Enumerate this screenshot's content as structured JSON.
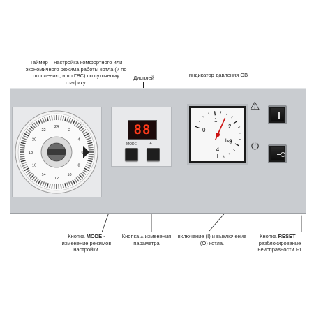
{
  "callouts": {
    "timer": "Таймер – настройка комфортного или экономичного режима работы котла (и по отоплению, и по ГВС) по суточному графику.",
    "display": "Дисплей",
    "pressure": "индикатор давления ОВ",
    "mode_name": "MODE",
    "mode_prefix": "Кнопка",
    "mode_suffix": "- изменение режимов настройки.",
    "param_prefix": "Кнопка",
    "param_suffix": "изменения параметра",
    "switch": "включение (I) и выключение (O) котла.",
    "reset_prefix": "Кнопка",
    "reset_name": "RESET",
    "reset_suffix": "– разблокирование неисправности F1"
  },
  "display": {
    "value": "88"
  },
  "buttons": {
    "mode_label": "MODE",
    "param_symbol": "⩓"
  },
  "gauge": {
    "ticks": [
      "0",
      "1",
      "2",
      "3",
      "4"
    ],
    "unit": "bar",
    "value_bar": 1.5
  },
  "timer_dial": {
    "hour_labels": [
      "24",
      "2",
      "4",
      "6",
      "8",
      "10",
      "12",
      "14",
      "16",
      "18",
      "20",
      "22"
    ]
  },
  "symbols": {
    "warning": "⚠",
    "power": "⏻"
  },
  "colors": {
    "panel": "#c9ccd0",
    "display_digits": "#ff3a1a",
    "gauge_needle": "#cc1111"
  }
}
